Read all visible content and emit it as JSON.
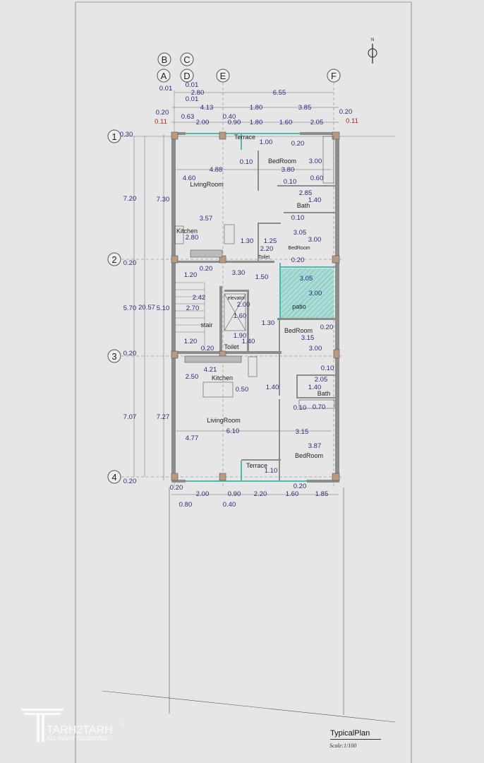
{
  "drawing": {
    "title": "TypicalPlan",
    "scale": "Scale:1/100",
    "north_label": "N",
    "logo_text": "TARH2TARH",
    "logo_subtext": "ALL RIGHT RESERVED",
    "logo_mark": "©"
  },
  "grid": {
    "columns": [
      "B",
      "C",
      "A",
      "D",
      "E",
      "F"
    ],
    "rows": [
      "1",
      "2",
      "3",
      "4"
    ]
  },
  "rooms": [
    "Terrace",
    "BedRoom",
    "LivingRoom",
    "Bath",
    "Kitchen",
    "BedRoom",
    "Toilet",
    "elevator",
    "patio",
    "stair",
    "BedRoom",
    "Toilet",
    "Kitchen",
    "Bath",
    "LivingRoom",
    "BedRoom",
    "Terrace"
  ],
  "dims": [
    "0.01",
    "0.01",
    "2.80",
    "0.01",
    "6.55",
    "4.13",
    "1.80",
    "3.85",
    "0.20",
    "0.63",
    "0.40",
    "0.20",
    "0.11",
    "2.00",
    "0.90",
    "1.80",
    "1.60",
    "2.05",
    "0.11",
    "0.30",
    "7.20",
    "7.30",
    "0.20",
    "5.70",
    "20.57",
    "5.10",
    "0.20",
    "7.07",
    "7.27",
    "0.20",
    "1.00",
    "0.20",
    "0.10",
    "3.00",
    "4.88",
    "3.80",
    "4.60",
    "0.60",
    "0.10",
    "2.85",
    "1.40",
    "3.57",
    "0.10",
    "2.80",
    "1.30",
    "1.25",
    "3.05",
    "3.00",
    "2.20",
    "0.20",
    "0.20",
    "1.20",
    "3.30",
    "1.50",
    "3.05",
    "3.00",
    "2.42",
    "2.70",
    "2.00",
    "1.60",
    "1.30",
    "0.20",
    "3.15",
    "1.90",
    "1.40",
    "1.20",
    "0.20",
    "3.00",
    "4.21",
    "0.10",
    "2.50",
    "2.05",
    "0.50",
    "1.40",
    "1.40",
    "0.10",
    "0.70",
    "6.10",
    "3.15",
    "4.77",
    "3.87",
    "1.10",
    "0.20",
    "0.20",
    "2.00",
    "0.90",
    "2.20",
    "1.60",
    "1.85",
    "0.80",
    "0.40"
  ],
  "colors": {
    "glass": "#4fb8b0",
    "dimension": "#2a2a7a",
    "offset": "#b02020",
    "patio": "#9fd6cf"
  }
}
